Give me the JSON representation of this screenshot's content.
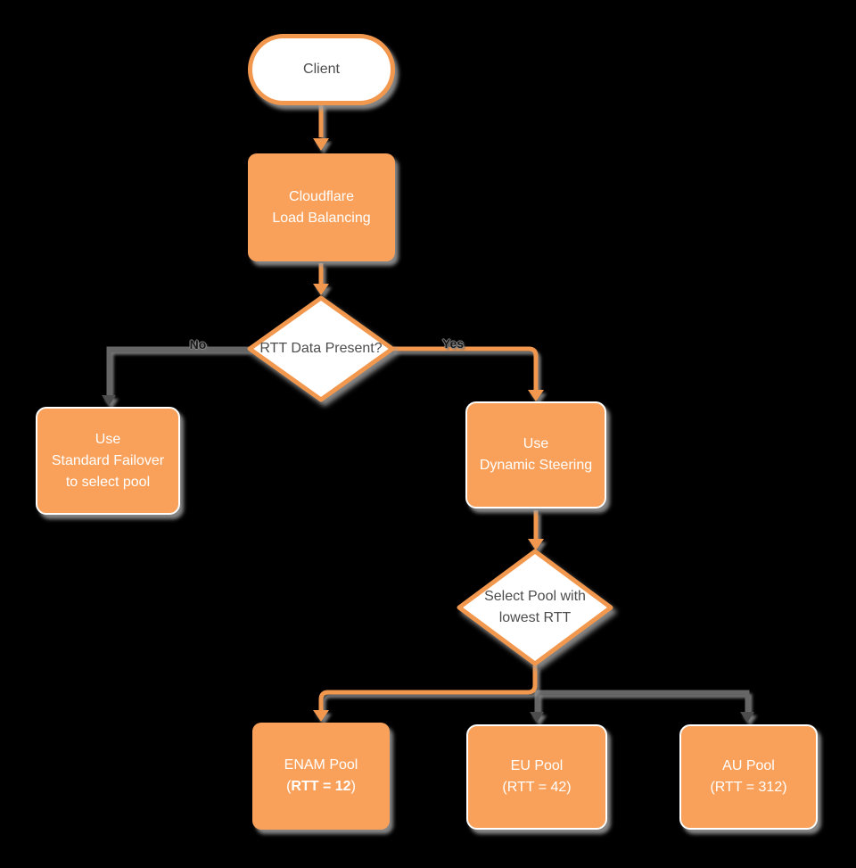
{
  "diagram": {
    "type": "flowchart",
    "topic": "Cloudflare Load Balancing dynamic steering decision flow"
  },
  "colors": {
    "orange": "#F9A15B",
    "orange_stroke": "#F2984E",
    "gray_line": "#666666",
    "arrow_dark": "#4D4D4D",
    "text_dark": "#4D4D4D",
    "text_light": "#FFFFFF",
    "background": "#000000"
  },
  "nodes": {
    "client": {
      "label": "Client"
    },
    "load_balancer": {
      "label": "Cloudflare\nLoad Balancing"
    },
    "rtt_decision": {
      "label": "RTT Data\nPresent?"
    },
    "standard_failover": {
      "label": "Use\nStandard Failover\nto select pool"
    },
    "dynamic_steering": {
      "label": "Use\nDynamic Steering"
    },
    "select_pool": {
      "label": "Select Pool\nwith lowest RTT"
    },
    "enam_pool": {
      "title": "ENAM Pool",
      "rtt_open": "(",
      "rtt_value": "RTT = 12",
      "rtt_close": ")"
    },
    "eu_pool": {
      "label": "EU Pool\n(RTT = 42)"
    },
    "au_pool": {
      "label": "AU Pool\n(RTT = 312)"
    }
  },
  "edges": {
    "no_label": "No",
    "yes_label": "Yes"
  }
}
